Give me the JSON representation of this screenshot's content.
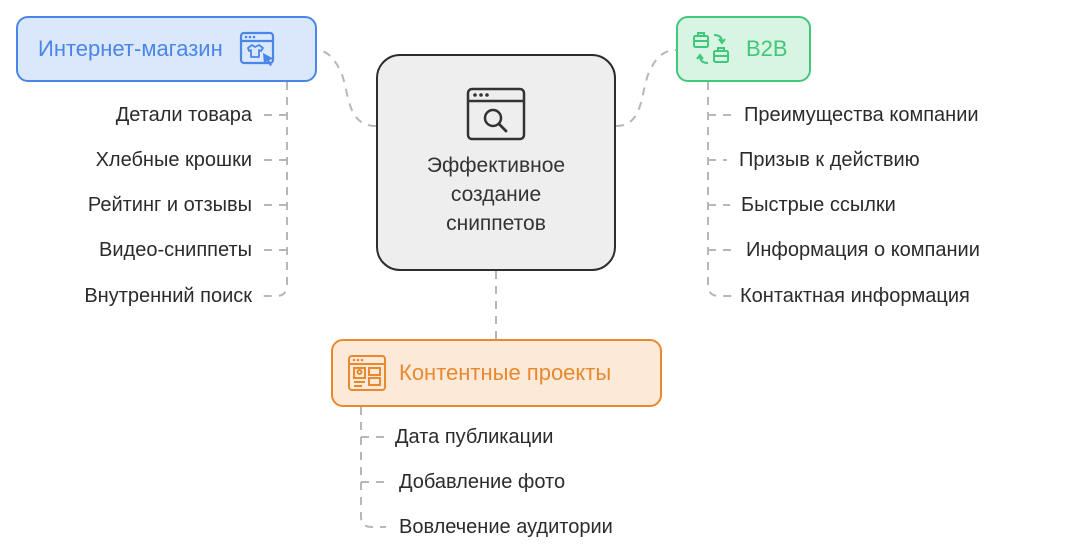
{
  "center": {
    "title_lines": [
      "Эффективное",
      "создание",
      "сниппетов"
    ],
    "icon": "search-window-icon"
  },
  "branches": {
    "shop": {
      "label": "Интернет-магазин",
      "icon": "shop-window-icon",
      "color": "#4a86e8",
      "fill": "#dbe7fb",
      "items": [
        "Детали товара",
        "Хлебные крошки",
        "Рейтинг и отзывы",
        "Видео-сниппеты",
        "Внутренний поиск"
      ]
    },
    "b2b": {
      "label": "B2B",
      "icon": "business-exchange-icon",
      "color": "#3fc879",
      "fill": "#d8f4e3",
      "items": [
        "Преимущества компании",
        "Призыв к действию",
        "Быстрые ссылки",
        "Информация о компании",
        "Контактная информация"
      ]
    },
    "content": {
      "label": "Контентные проекты",
      "icon": "content-layout-icon",
      "color": "#e8892f",
      "fill": "#fde9d7",
      "items": [
        "Дата публикации",
        "Добавление фото",
        "Вовлечение аудитории"
      ]
    }
  }
}
